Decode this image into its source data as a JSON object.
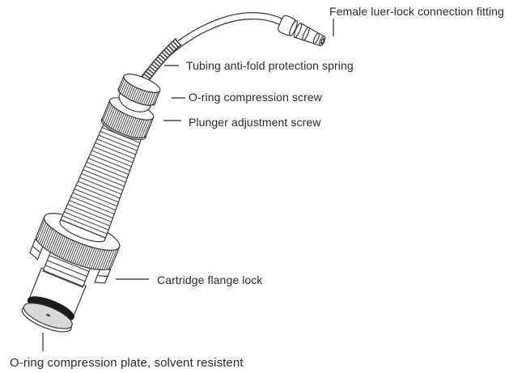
{
  "figure": {
    "labels": {
      "luer": "Female luer-lock connection fitting",
      "spring": "Tubing anti-fold protection spring",
      "oring_screw": "O-ring compression screw",
      "plunger_screw": "Plunger adjustment screw",
      "flange_lock": "Cartridge flange lock",
      "plate": "O-ring compression plate, solvent resistent"
    },
    "colors": {
      "background": "#ffffff",
      "line": "#3a3a3a",
      "leader_line": "#4a4a4a",
      "text": "#2b2b2b",
      "plate_fill": "#d9d9d9",
      "oring_fill": "#1c1c1c"
    }
  }
}
